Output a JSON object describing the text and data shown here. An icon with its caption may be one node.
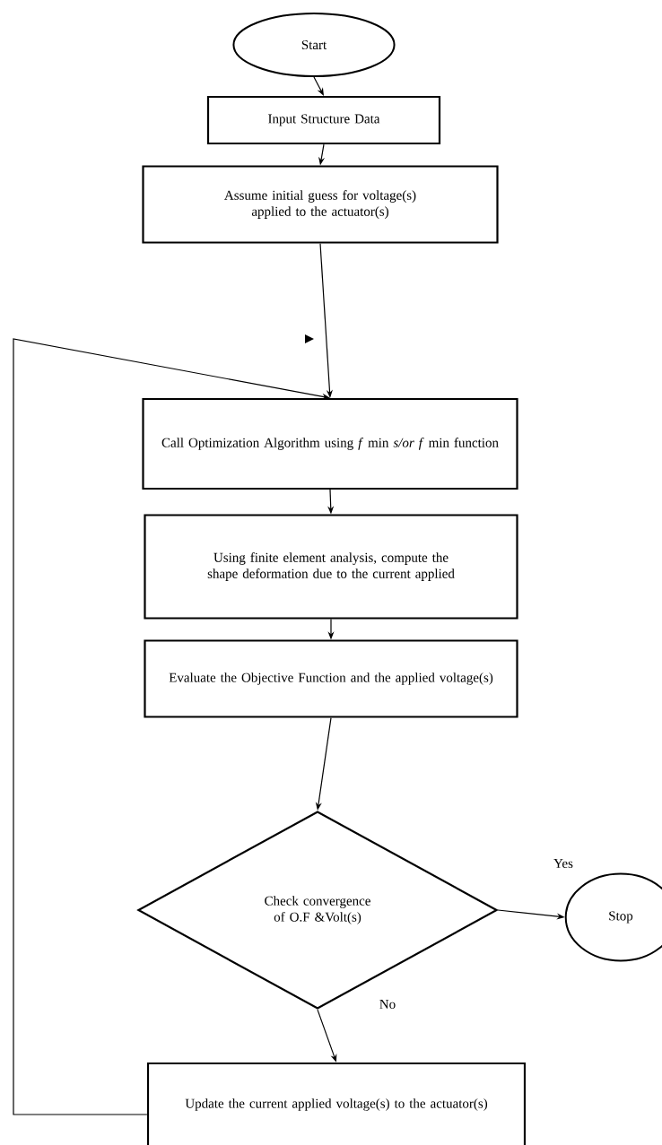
{
  "diagram": {
    "nodes": [
      {
        "text": [
          "Start"
        ]
      },
      {
        "text": [
          "Input  Structure  Data"
        ]
      },
      {
        "text": [
          "Assume initial guess for voltage(s) applied to the actuator(s)"
        ]
      },
      {
        "text": [
          "Call Optimization Algorithm using *f* min *s/or f* min function"
        ]
      },
      {
        "text": [
          "Using finite element analysis, compute the shape deformation due to the current applied"
        ]
      },
      {
        "text": [
          "Evaluate the Objective Function and the applied voltage(s)"
        ]
      },
      {
        "text": [
          "Check convergence of O.F &Volt(s)"
        ]
      },
      {
        "text": [
          "Stop"
        ]
      },
      {
        "text": [
          "Update the current applied voltage(s)  to the actuator(s)"
        ]
      }
    ],
    "edges": [
      {
        "from": 0,
        "to": 1,
        "arrow": "to"
      },
      {
        "from": 1,
        "to": 2,
        "arrow": "to"
      },
      {
        "from": 2,
        "to": 3,
        "arrow": "to"
      },
      {
        "from": 3,
        "to": 4,
        "arrow": "to"
      },
      {
        "from": 4,
        "to": 5,
        "arrow": "to"
      },
      {
        "from": 5,
        "to": 6,
        "arrow": "to"
      },
      {
        "from": 6,
        "to": 7,
        "arrow": "to",
        "label": "Yes"
      },
      {
        "from": 6,
        "to": 8,
        "arrow": "to",
        "label": "No"
      },
      {
        "from": 8,
        "to": 3,
        "arrow": "to"
      }
    ]
  }
}
